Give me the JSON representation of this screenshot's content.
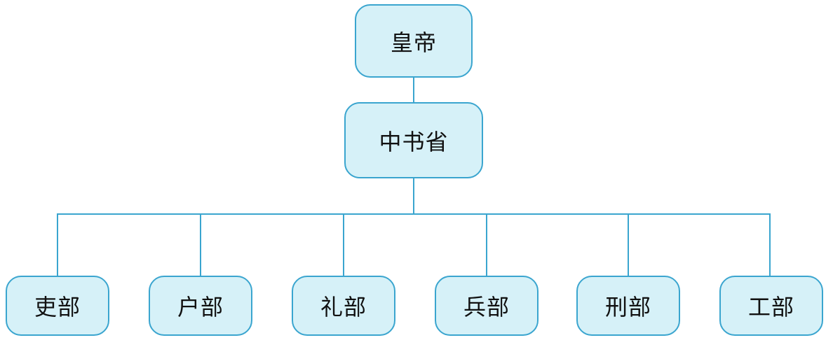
{
  "diagram": {
    "root": "皇帝",
    "middle": "中书省",
    "departments": [
      "吏部",
      "户部",
      "礼部",
      "兵部",
      "刑部",
      "工部"
    ],
    "colors": {
      "node_fill": "#d6f1f8",
      "node_border": "#3aa5cf",
      "connector": "#3aa5cf",
      "text": "#111111"
    }
  }
}
